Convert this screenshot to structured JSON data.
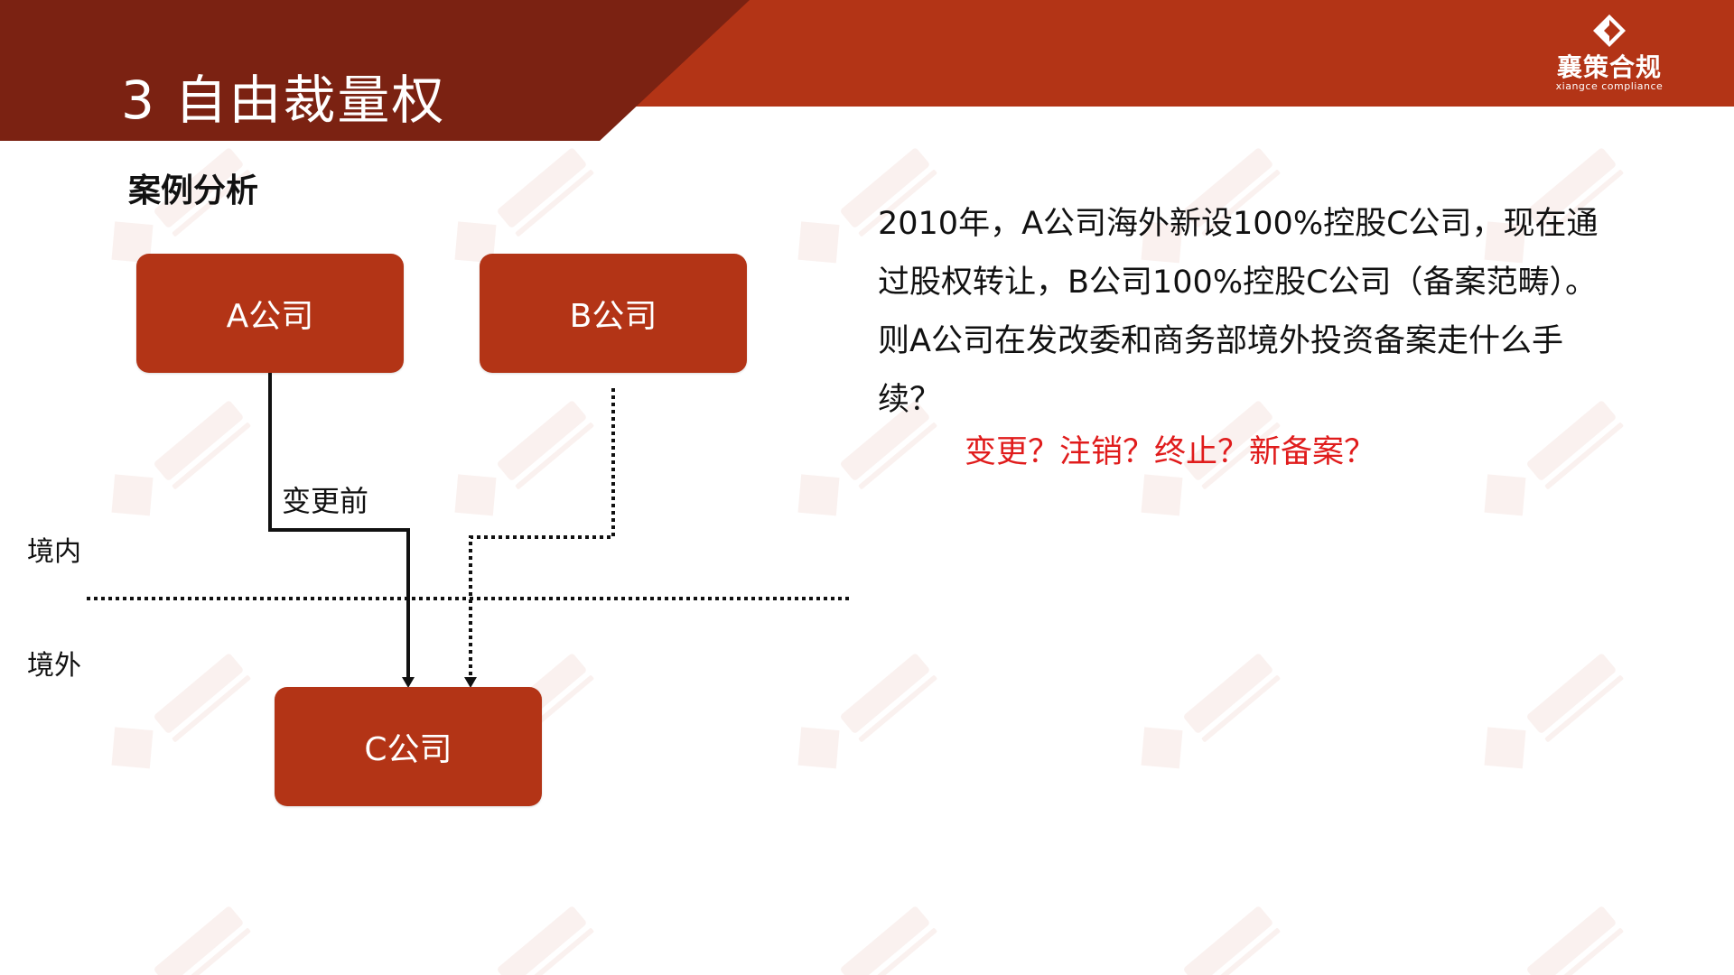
{
  "slide": {
    "title": "3 自由裁量权",
    "logo_name": "襄策合规",
    "logo_sub": "xiangce compliance",
    "section_title": "案例分析"
  },
  "diagram": {
    "company_a": "A公司",
    "company_b": "B公司",
    "company_c": "C公司",
    "label_before": "变更前",
    "label_domestic": "境内",
    "label_overseas": "境外"
  },
  "case": {
    "description": "2010年，A公司海外新设100%控股C公司，现在通过股权转让，B公司100%控股C公司（备案范畴）。则A公司在发改委和商务部境外投资备案走什么手续？",
    "question": "变更？注销？终止？新备案？"
  },
  "colors": {
    "header_dark": "#7b2212",
    "header_light": "#b33416",
    "box_fill": "#b33416",
    "question_text": "#e01c1c"
  }
}
